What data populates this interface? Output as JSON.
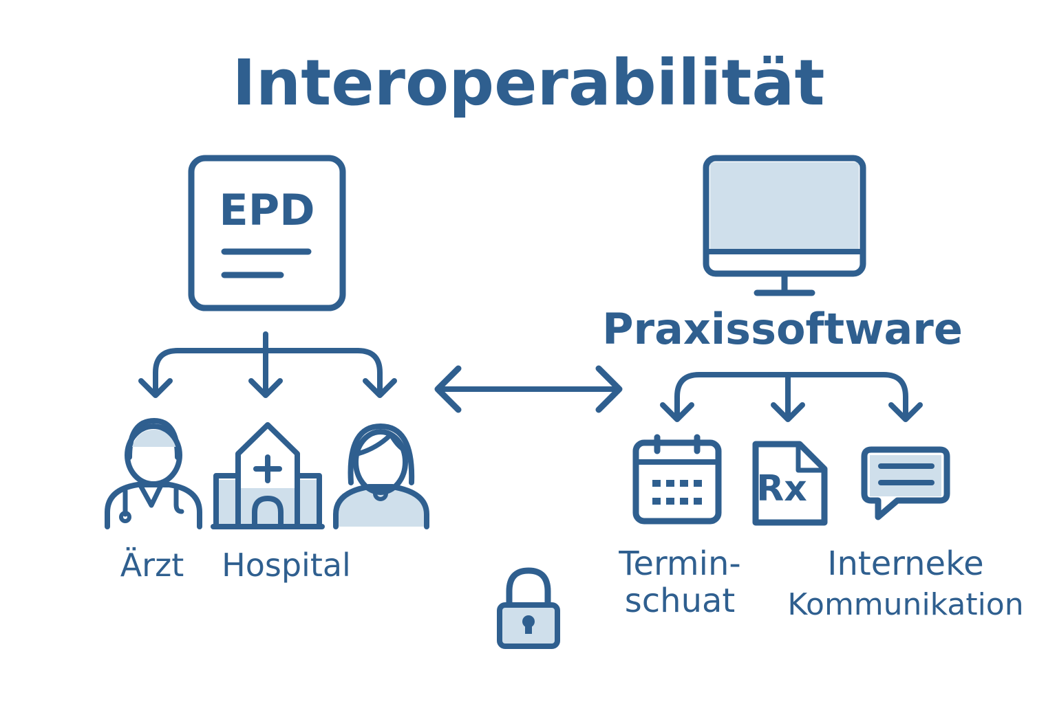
{
  "title": "Interoperabilität",
  "epd": {
    "label": "EPD"
  },
  "left_nodes": [
    {
      "icon": "doctor-icon",
      "label": "Ärzt"
    },
    {
      "icon": "hospital-icon",
      "label": "Hospital"
    },
    {
      "icon": "patient-icon",
      "label": ""
    }
  ],
  "software": {
    "label": "Praxissoftware",
    "icon": "monitor-icon"
  },
  "right_nodes": [
    {
      "icon": "calendar-icon",
      "label_line1": "Termin-",
      "label_line2": "schuat"
    },
    {
      "icon": "prescription-rx-icon",
      "label": "Rx"
    },
    {
      "icon": "chat-bubble-icon",
      "label_line1": "Interneke",
      "label_line2": "Kommunikation"
    }
  ],
  "connector": {
    "icon": "bidirectional-arrow-icon"
  },
  "security": {
    "icon": "padlock-icon"
  },
  "colors": {
    "primary": "#2f5f8f",
    "light_fill": "#cfdfeb",
    "background": "#ffffff"
  }
}
